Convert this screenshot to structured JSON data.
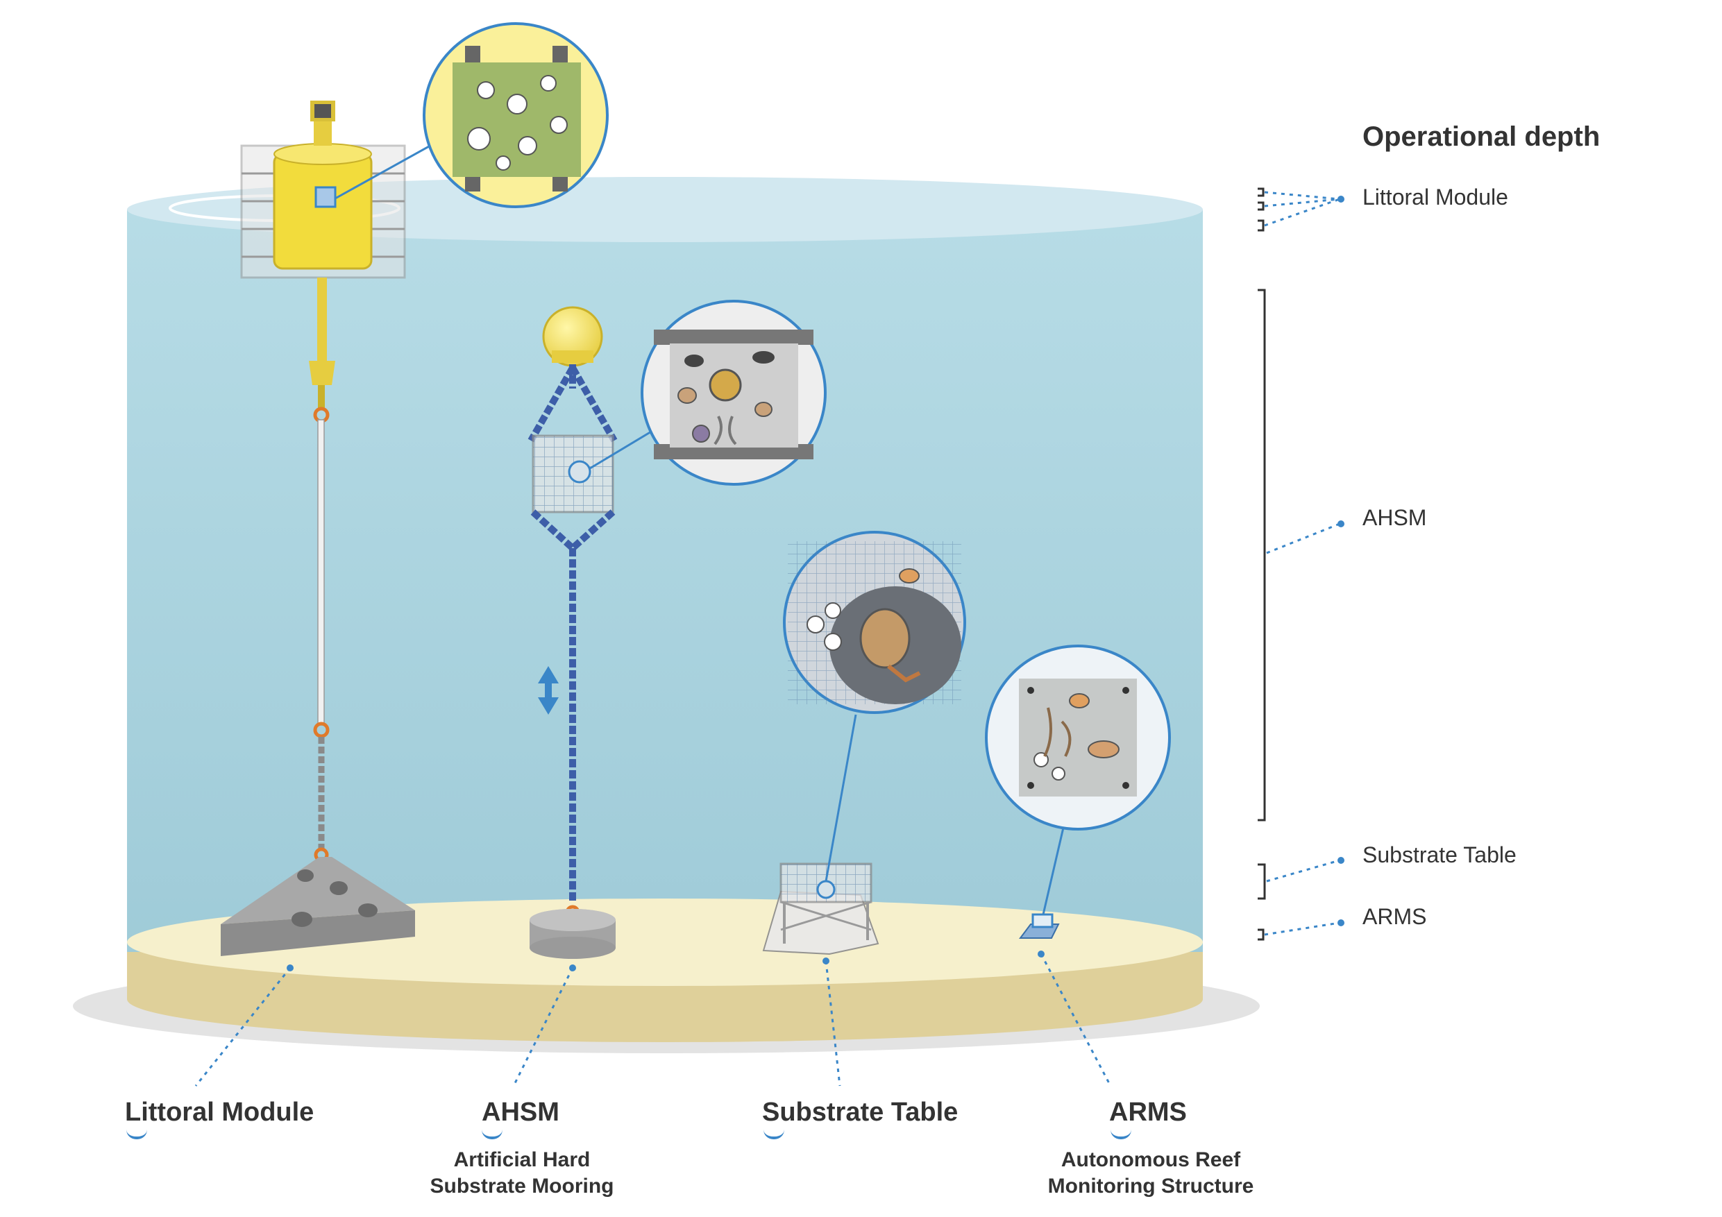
{
  "legend": {
    "heading": "Operational depth",
    "items": [
      "Littoral Module",
      "AHSM",
      "Substrate Table",
      "ARMS"
    ]
  },
  "modules": [
    {
      "name": "Littoral Module",
      "subtitle_lines": []
    },
    {
      "name": "AHSM",
      "subtitle_lines": [
        "Artificial Hard",
        "Substrate Mooring"
      ]
    },
    {
      "name": "Substrate Table",
      "subtitle_lines": []
    },
    {
      "name": "ARMS",
      "subtitle_lines": [
        "Autonomous Reef",
        "Monitoring Structure"
      ]
    }
  ],
  "colors": {
    "water": "#a8d3de",
    "water_surface": "#d2e8f0",
    "seabed_top": "#f6f0cc",
    "seabed_side": "#dfd09a",
    "accent_blue": "#3a86c8",
    "buoy_yellow": "#f2dc3c",
    "chain_blue": "#3d5ea8",
    "concrete": "#9a9a9a",
    "text": "#333333"
  }
}
